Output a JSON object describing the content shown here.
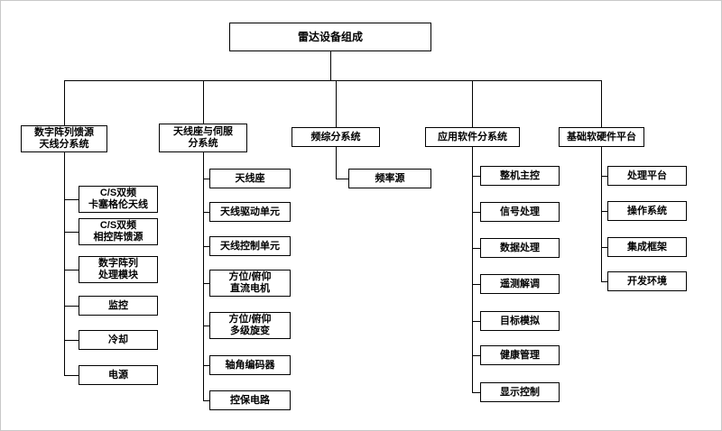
{
  "diagram": {
    "root": {
      "label": "雷达设备组成"
    },
    "branches": [
      {
        "label": "数字阵列馈源\n天线分系统",
        "children": [
          {
            "label": "C/S双频\n卡塞格伦天线"
          },
          {
            "label": "C/S双频\n相控阵馈源"
          },
          {
            "label": "数字阵列\n处理模块"
          },
          {
            "label": "监控"
          },
          {
            "label": "冷却"
          },
          {
            "label": "电源"
          }
        ]
      },
      {
        "label": "天线座与伺服\n分系统",
        "children": [
          {
            "label": "天线座"
          },
          {
            "label": "天线驱动单元"
          },
          {
            "label": "天线控制单元"
          },
          {
            "label": "方位/俯仰\n直流电机"
          },
          {
            "label": "方位/俯仰\n多级旋变"
          },
          {
            "label": "轴角编码器"
          },
          {
            "label": "控保电路"
          }
        ]
      },
      {
        "label": "频综分系统",
        "children": [
          {
            "label": "频率源"
          }
        ]
      },
      {
        "label": "应用软件分系统",
        "children": [
          {
            "label": "整机主控"
          },
          {
            "label": "信号处理"
          },
          {
            "label": "数据处理"
          },
          {
            "label": "遥测解调"
          },
          {
            "label": "目标模拟"
          },
          {
            "label": "健康管理"
          },
          {
            "label": "显示控制"
          }
        ]
      },
      {
        "label": "基础软硬件平台",
        "children": [
          {
            "label": "处理平台"
          },
          {
            "label": "操作系统"
          },
          {
            "label": "集成框架"
          },
          {
            "label": "开发环境"
          }
        ]
      }
    ],
    "colors": {
      "background": "#ffffff",
      "box_fill": "#ffffff",
      "box_border": "#000000",
      "connector": "#000000",
      "text": "#000000"
    }
  }
}
